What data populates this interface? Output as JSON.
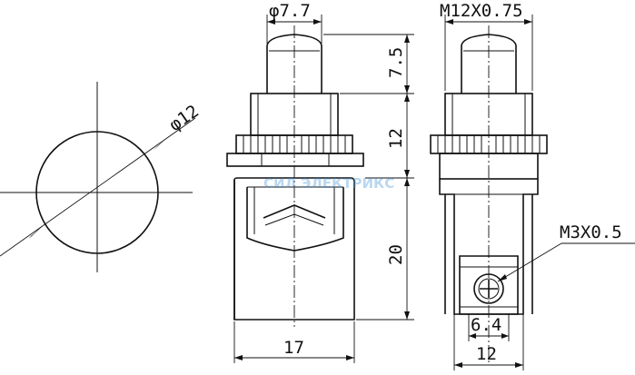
{
  "drawing": {
    "labels": {
      "dia_plunger": "φ7.7",
      "dia_body": "φ12",
      "thread_main": "M12X0.75",
      "thread_screw": "M3X0.5",
      "dim_cap_height": "7.5",
      "dim_collar_height": "12",
      "dim_body_height": "20",
      "dim_width_front": "17",
      "dim_width_side": "12",
      "dim_terminal": "6.4"
    },
    "watermark": "СИЛ ЭЛЕКТРИКС"
  }
}
